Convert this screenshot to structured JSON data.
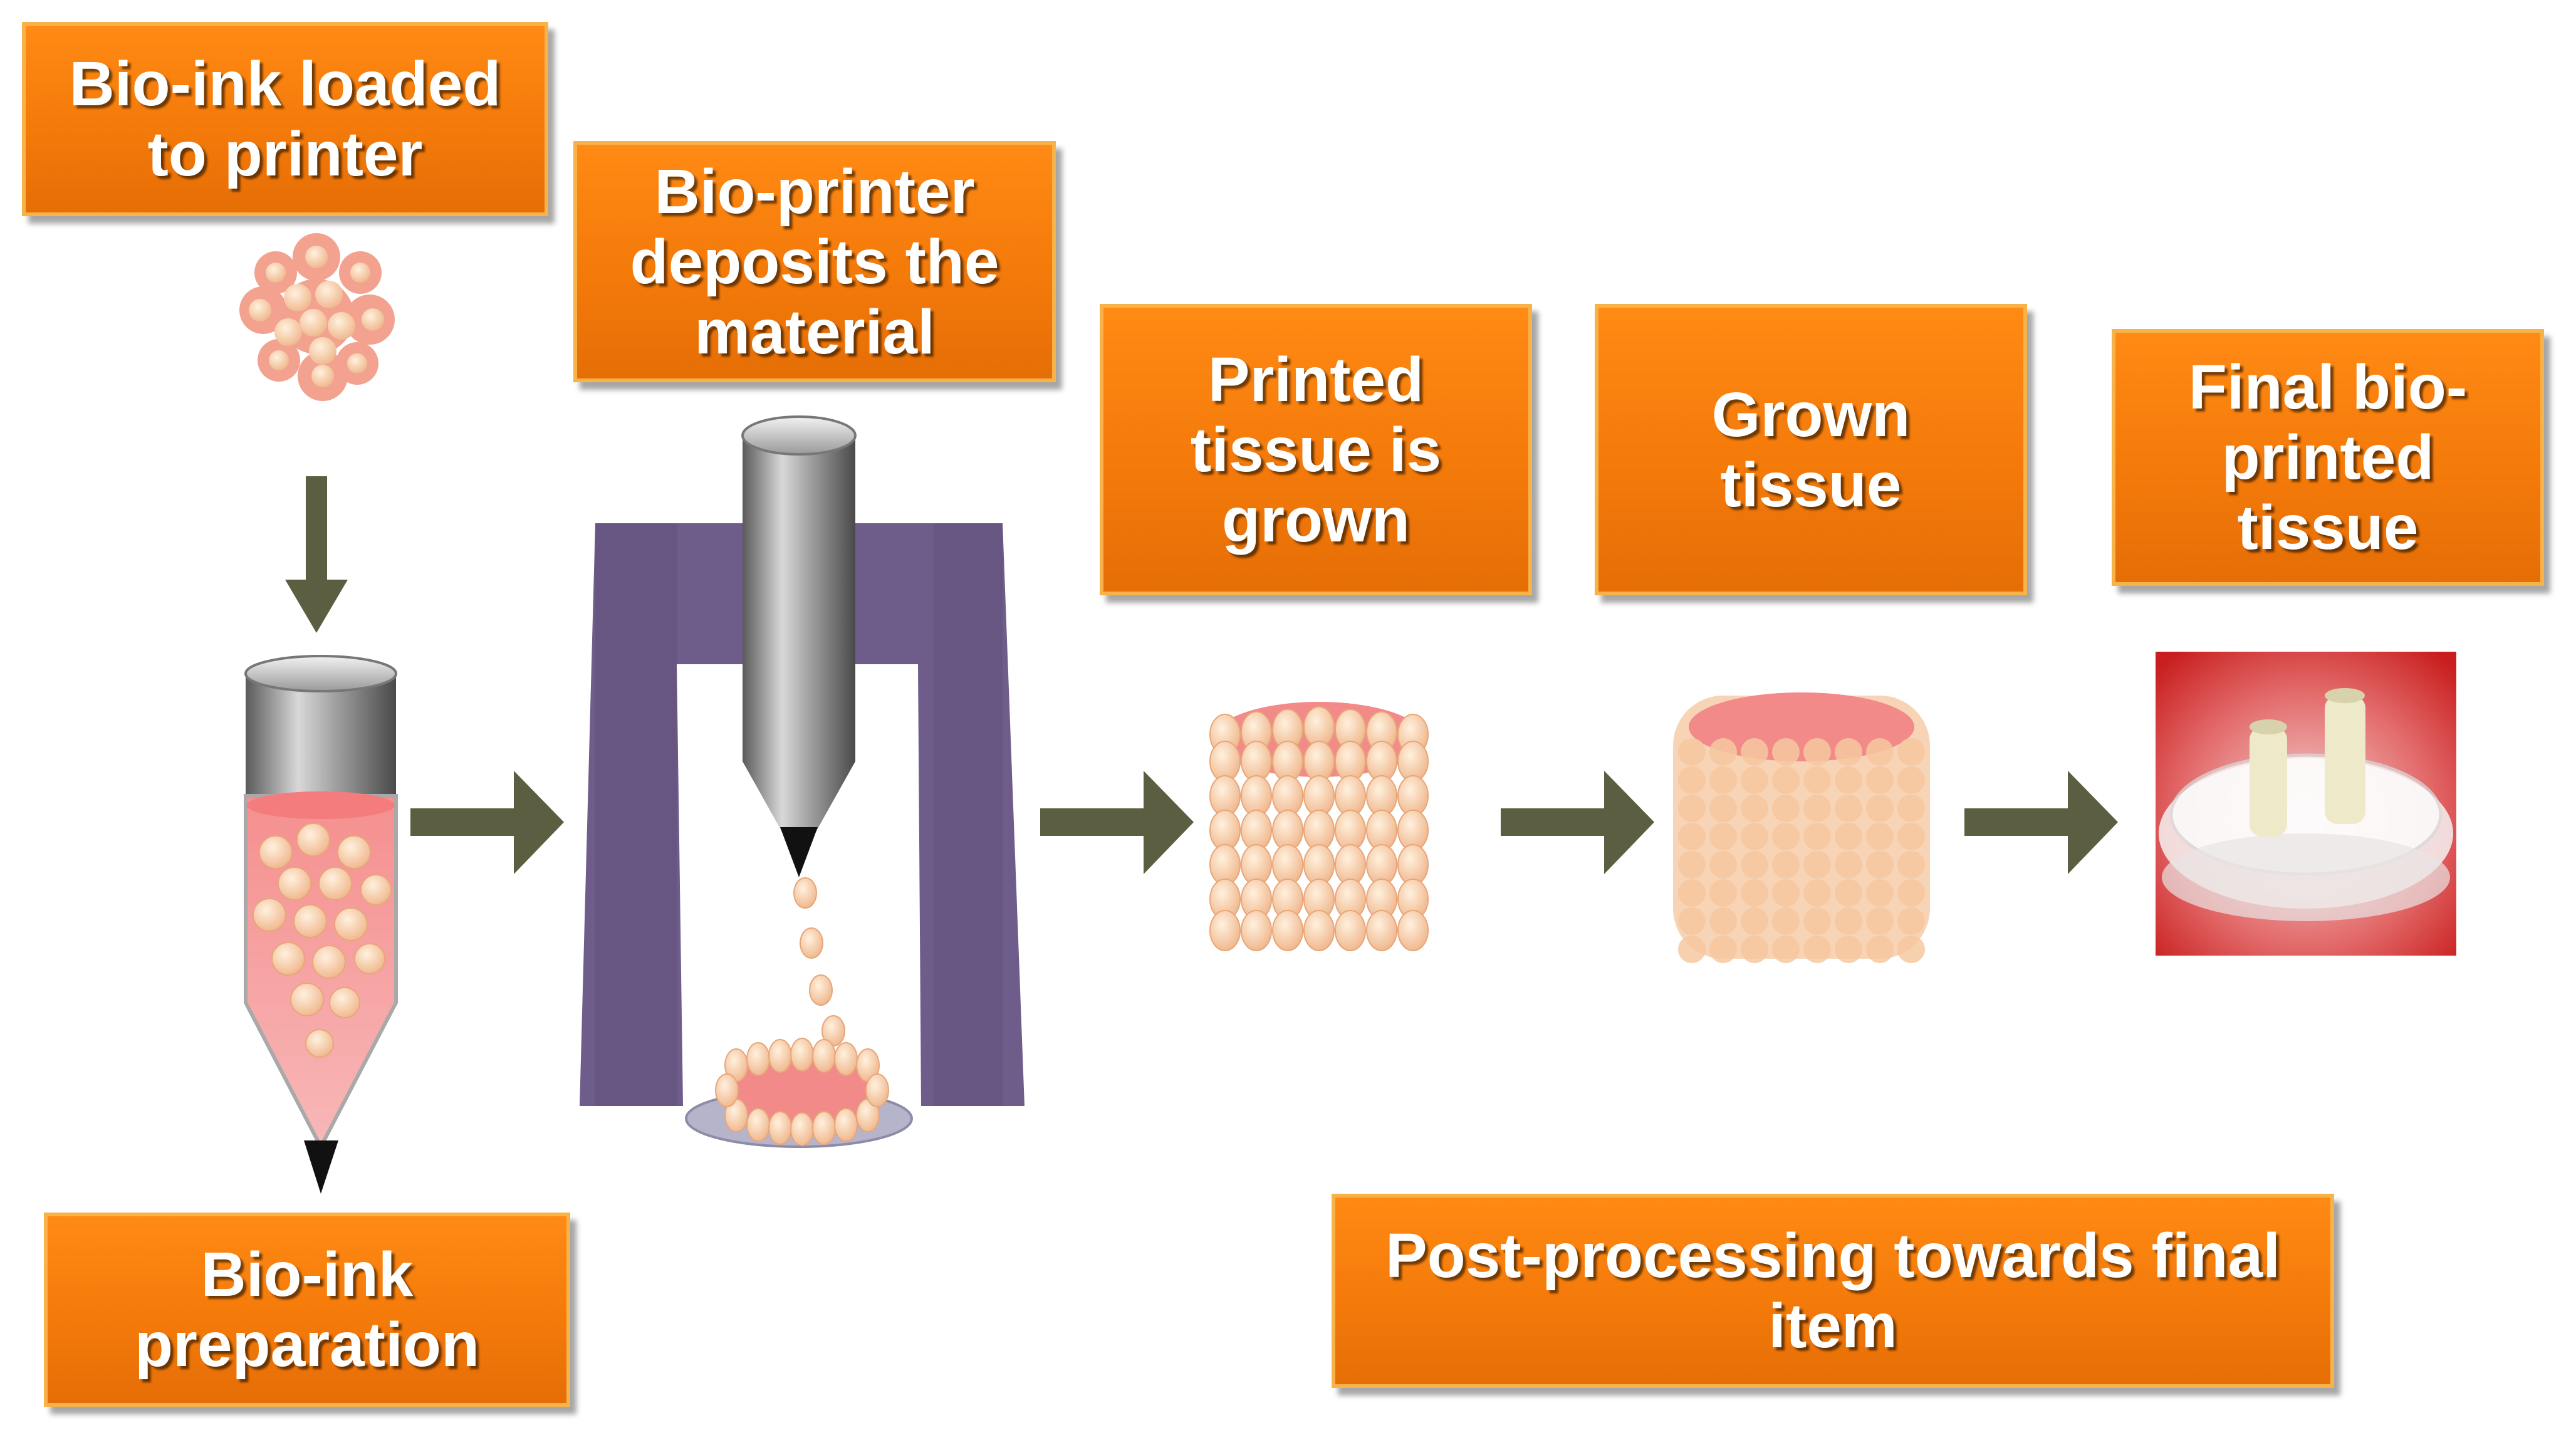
{
  "labels": {
    "bioink_loaded": "Bio-ink loaded\nto printer",
    "bioprinter_deposits": "Bio-printer\ndeposits the\nmaterial",
    "printed_tissue_grown": "Printed\ntissue is\ngrown",
    "grown_tissue": "Grown\ntissue",
    "final_tissue": "Final bio-\nprinted\ntissue",
    "bioink_preparation": "Bio-ink\npreparation",
    "post_processing": "Post-processing towards final\nitem"
  },
  "colors": {
    "label_orange": "#f47a0a",
    "label_border": "#f7b24a",
    "arrow": "#5b5e40",
    "printer_purple": "#6e5c8a",
    "cell_fill": "#f6c9a2",
    "tissue_pink": "#f28a8a",
    "fluid_pink": "#f7a6a6",
    "photo_red": "#d82a2a"
  },
  "icons": {
    "cell_cluster": "cell-cluster-icon",
    "tube": "test-tube-icon",
    "printer": "bioprinter-icon",
    "arrow": "right-arrow-icon",
    "down_arrow": "down-arrow-icon"
  }
}
